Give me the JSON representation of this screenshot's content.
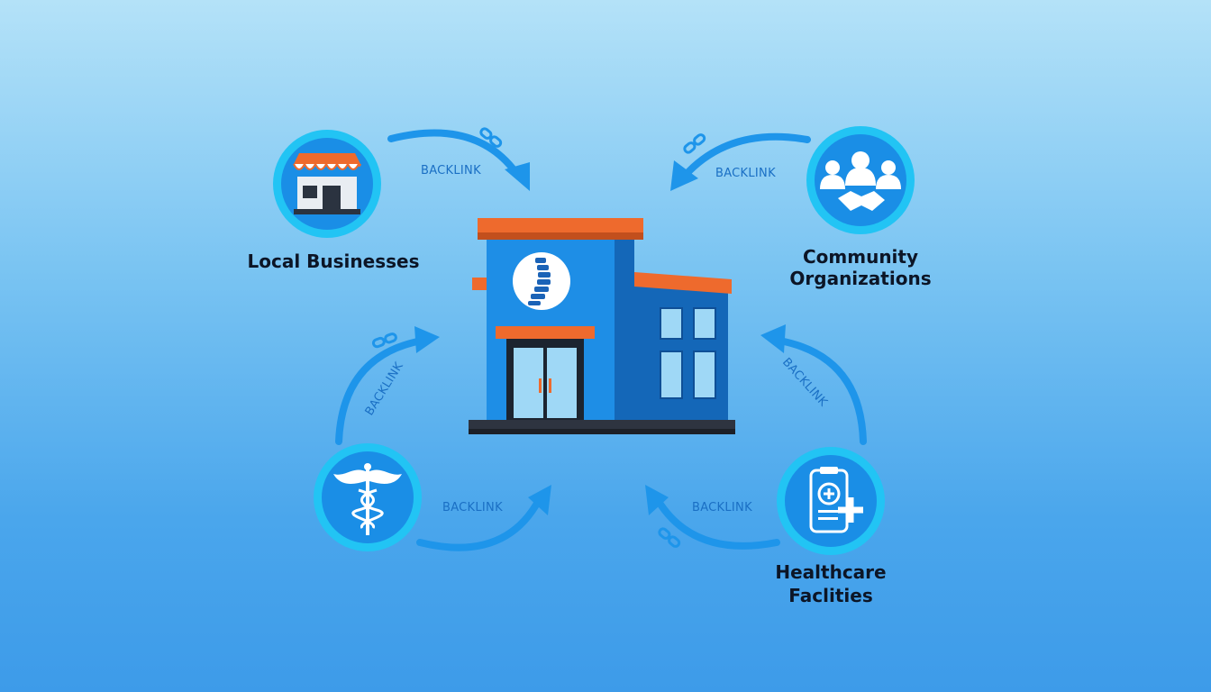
{
  "nodes": {
    "local_businesses": {
      "label": "Local Businesses",
      "icon": "storefront-icon"
    },
    "community_organizations": {
      "label_lines": [
        "Community",
        "Organizations"
      ],
      "icon": "handshake-people-icon"
    },
    "medical": {
      "icon": "caduceus-icon"
    },
    "healthcare_facilities": {
      "label_lines": [
        "Healthcare",
        "Faclities"
      ],
      "icon": "medical-record-icon"
    },
    "center": {
      "icon": "spine-clinic-building-icon"
    }
  },
  "edges": {
    "top_left": "BACKLINK",
    "top_right": "BACKLINK",
    "left": "BACKLINK",
    "bottom_left": "BACKLINK",
    "right": "BACKLINK",
    "bottom_right": "BACKLINK"
  },
  "colors": {
    "arrow": "#1e95ea",
    "node_ring": "#22c4f4",
    "node_fill": "#1a8ee6",
    "building_blue": "#1e8ee6",
    "building_dark": "#1467b8",
    "roof_orange": "#ee6a2d"
  }
}
